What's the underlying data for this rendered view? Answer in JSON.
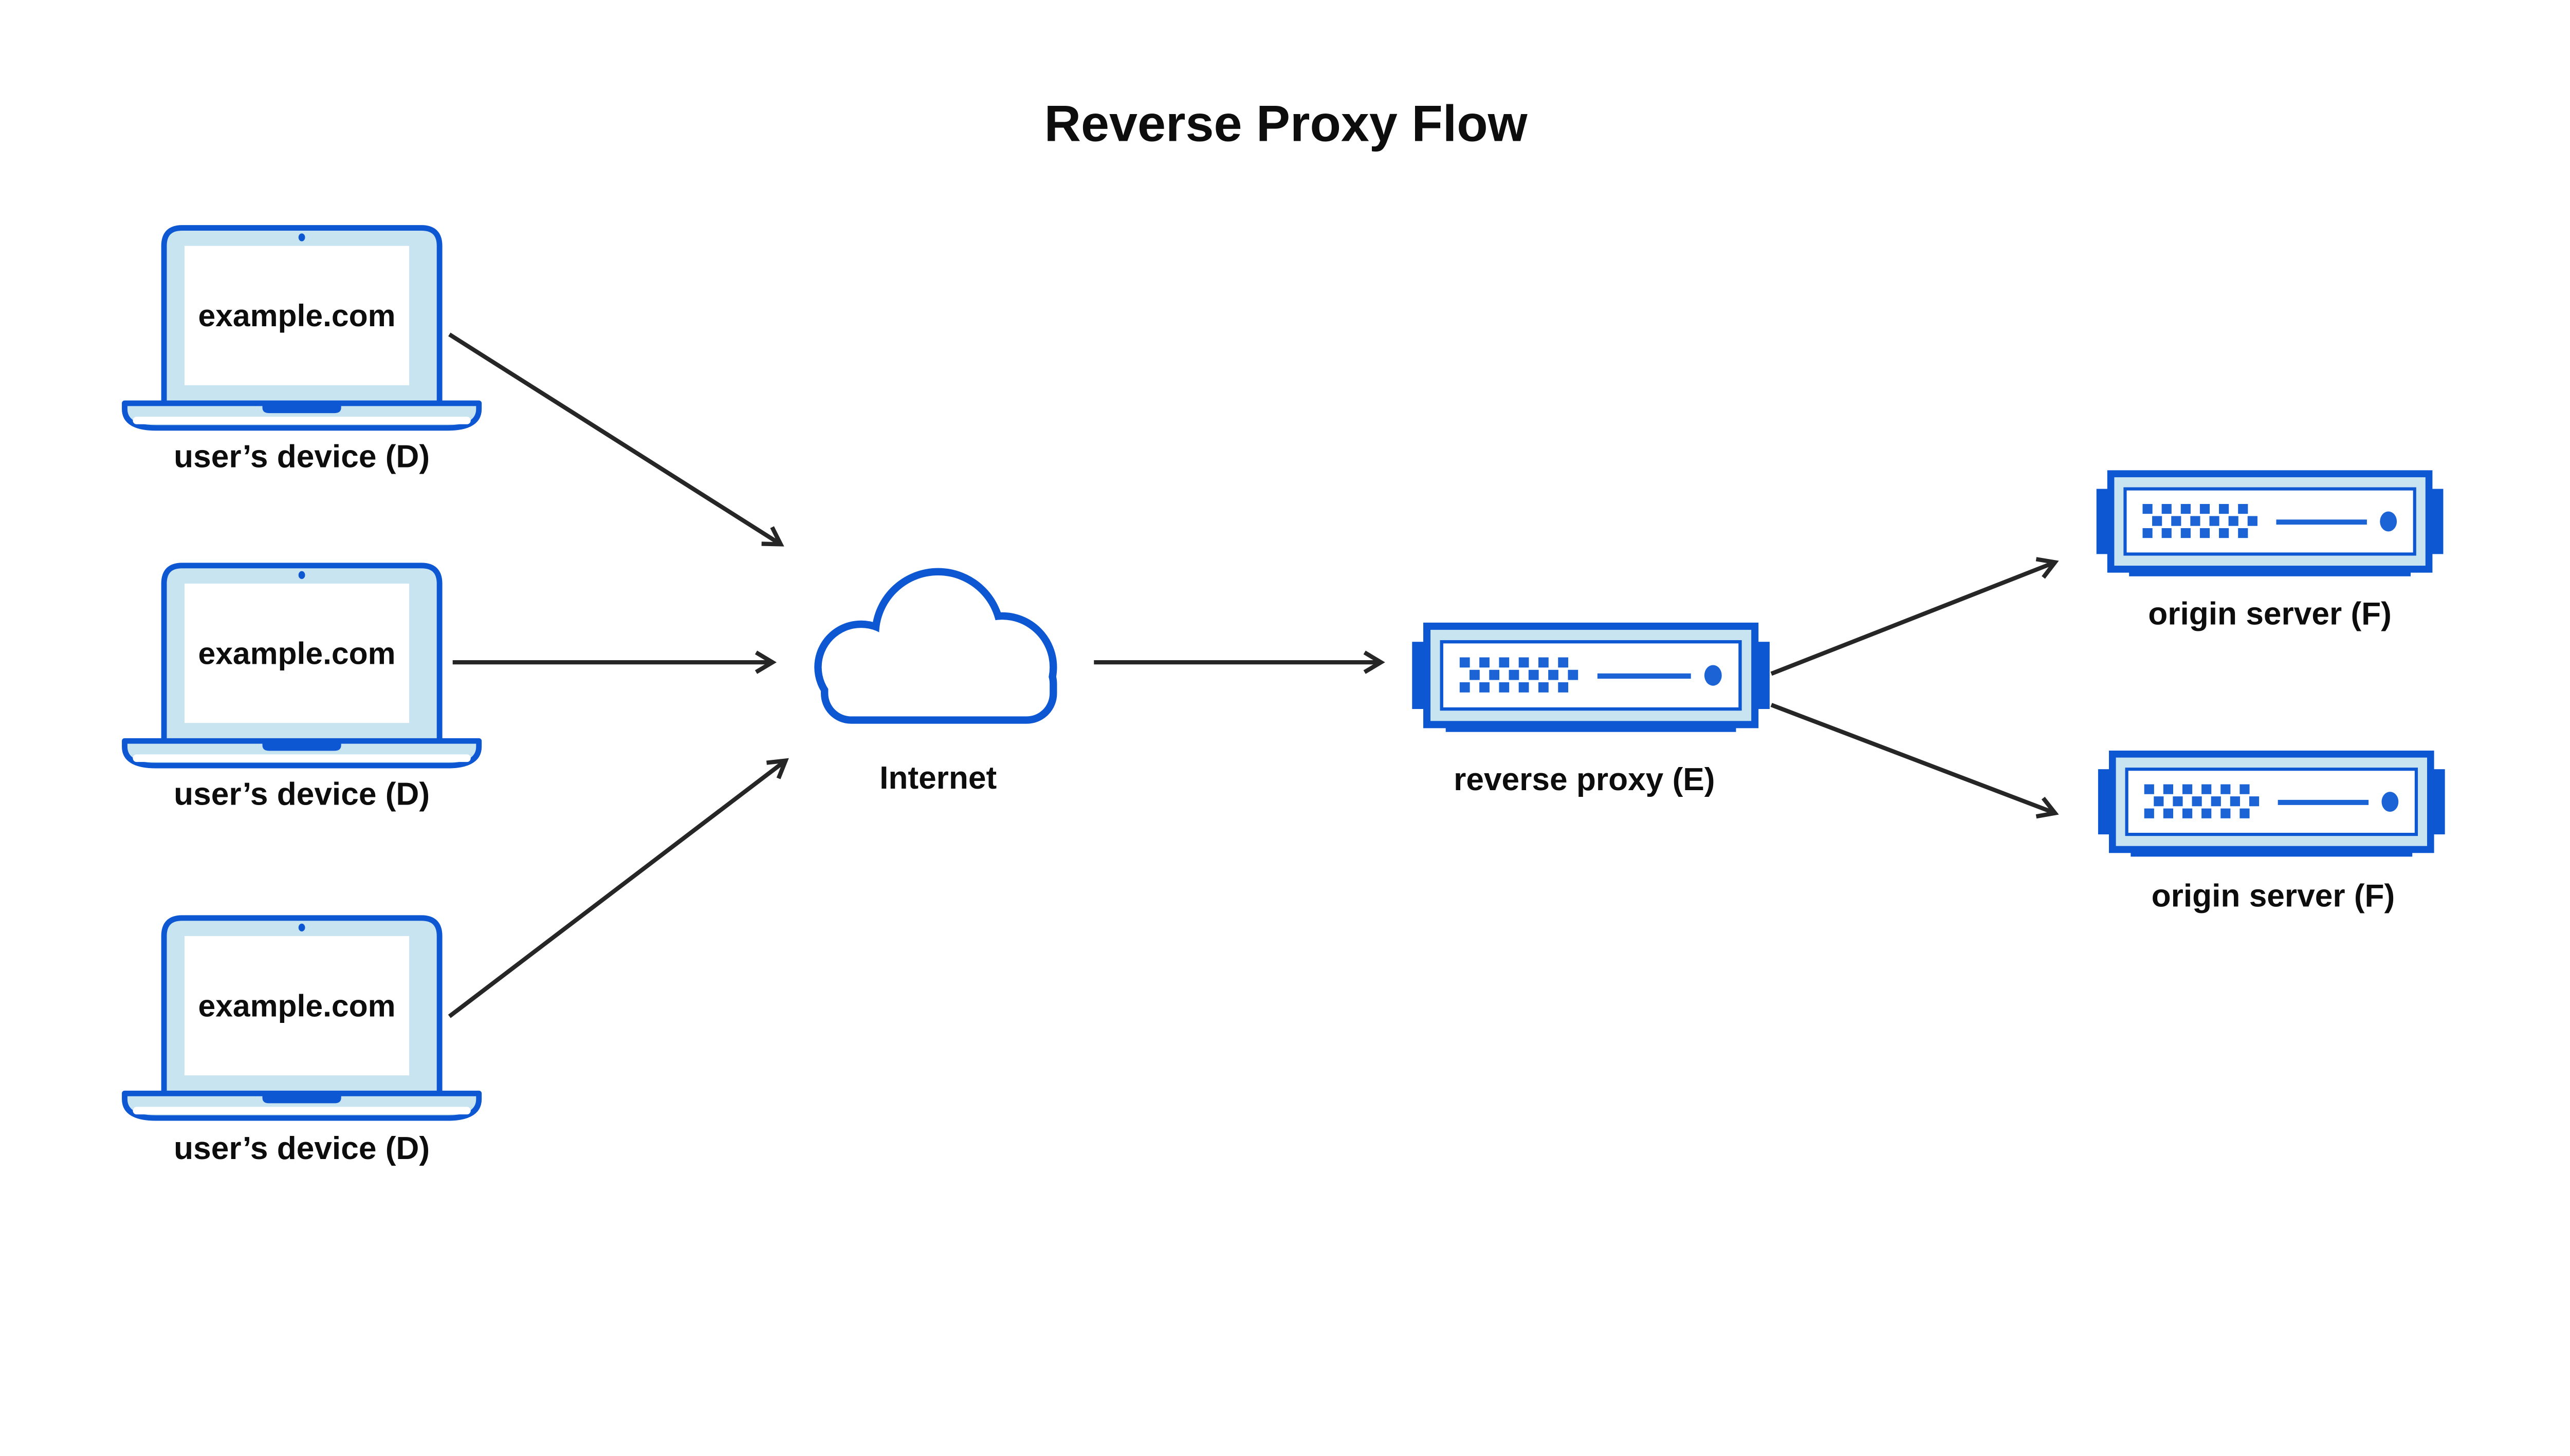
{
  "diagram": {
    "title": "Reverse Proxy Flow",
    "devices": [
      {
        "screen_text": "example.com",
        "label": "user’s device (D)"
      },
      {
        "screen_text": "example.com",
        "label": "user’s device (D)"
      },
      {
        "screen_text": "example.com",
        "label": "user’s device (D)"
      }
    ],
    "internet": {
      "label": "Internet"
    },
    "proxy": {
      "label": "reverse proxy (E)"
    },
    "origins": [
      {
        "label": "origin server (F)"
      },
      {
        "label": "origin server (F)"
      }
    ],
    "colors": {
      "blue": "#0e57d2",
      "dot_blue": "#1c63d6",
      "light_blue": "#c8e4f0",
      "arrow": "#262626",
      "text": "#0d0d0d",
      "background": "#ffffff"
    }
  }
}
